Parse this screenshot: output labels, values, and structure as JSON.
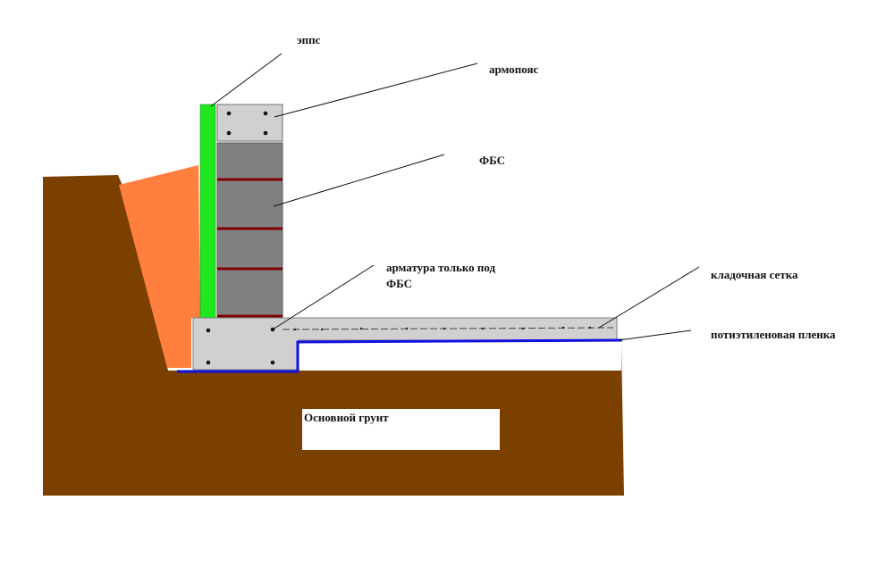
{
  "labels": {
    "epps": "эппс",
    "armopoyas": "армопояс",
    "fbs": "ФБС",
    "armatura_line1": "арматура только под",
    "armatura_line2": "ФБС",
    "kladochnaya_setka": "кладочная сетка",
    "plenka": "потиэтиленовая пленка",
    "ground": "Основной грунт"
  },
  "colors": {
    "soil": "#7b3f00",
    "backfill": "#ff7f3f",
    "insulation": "#1fe81f",
    "concrete": "#d0d0d0",
    "fbs_block": "#808080",
    "rebar_ring": "#7f0000",
    "film": "#1010e0",
    "leader": "#111111"
  }
}
